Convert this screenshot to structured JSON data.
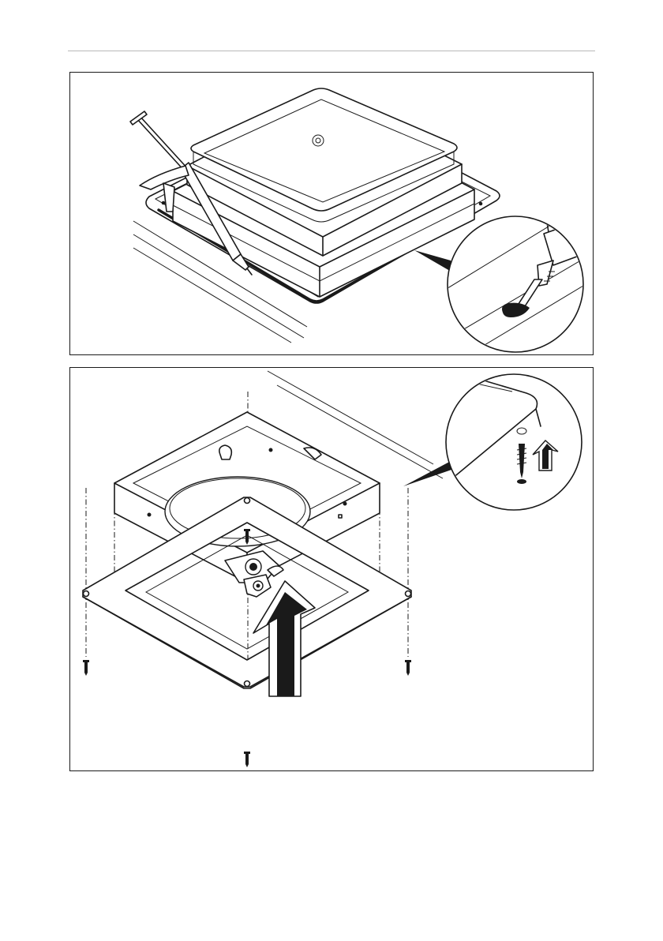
{
  "figures": [
    {
      "id": "sealant-application",
      "icons": [
        "vent-hatch-icon",
        "caulking-gun-icon",
        "sealant-detail-callout"
      ]
    },
    {
      "id": "frame-mounting",
      "icons": [
        "inner-frame-icon",
        "screw-icon",
        "up-arrow-icon",
        "screw-detail-callout"
      ]
    }
  ],
  "colors": {
    "line": "#1a1a1a",
    "background": "#ffffff",
    "rule": "#b9b9b9"
  }
}
